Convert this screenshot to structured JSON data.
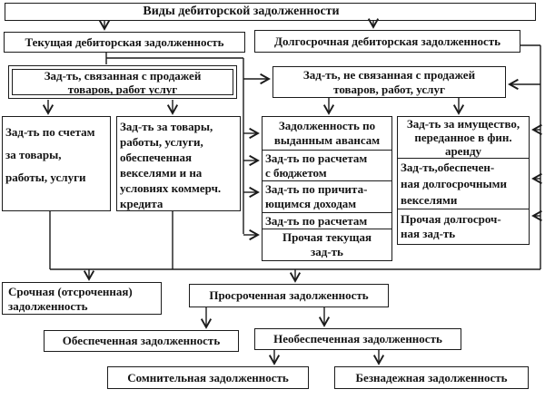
{
  "diagram": {
    "title": "Виды дебиторской задолженности",
    "colors": {
      "line": "#1b1b1b",
      "background": "#ffffff"
    },
    "nodes": {
      "root": "Виды дебиторской задолженности",
      "current": "Текущая дебиторская задолженность",
      "long_term": "Долгосрочная дебиторская задолженность",
      "sales_related": "Зад-ть, связанная с продажей\nтоваров, работ услуг",
      "non_sales_related": "Зад-ть, не связанная с продажей\nтоваров, работ, услуг",
      "accounts_receivable_goods": "Зад-ть по счетам\nза товары,\nработы, услуги",
      "secured_notes_commercial_credit": "Зад-ть за товары,\nработы, услуги,\nобеспеченная\nвекселями и на\nусловиях коммерч.\nкредита",
      "current_non_sales_items": [
        "Задолженность по\nвыданным авансам",
        "Зад-ть по расчетам\nс бюджетом",
        "Зад-ть по причита-\nющимся доходам",
        "Зад-ть по расчетам",
        "Прочая текущая\nзад-ть"
      ],
      "long_term_items": [
        "Зад-ть за имущество,\nпереданное в фин.\nаренду",
        "Зад-ть,обеспечен-\nная долгосрочными\nвекселями",
        "Прочая долгосроч-\nная зад-ть"
      ],
      "urgent": "Срочная (отсроченная)\nзадолженность",
      "overdue": "Просроченная задолженность",
      "secured": "Обеспеченная задолженность",
      "unsecured": "Необеспеченная задолженность",
      "doubtful": "Сомнительная задолженность",
      "bad": "Безнадежная задолженность"
    }
  }
}
